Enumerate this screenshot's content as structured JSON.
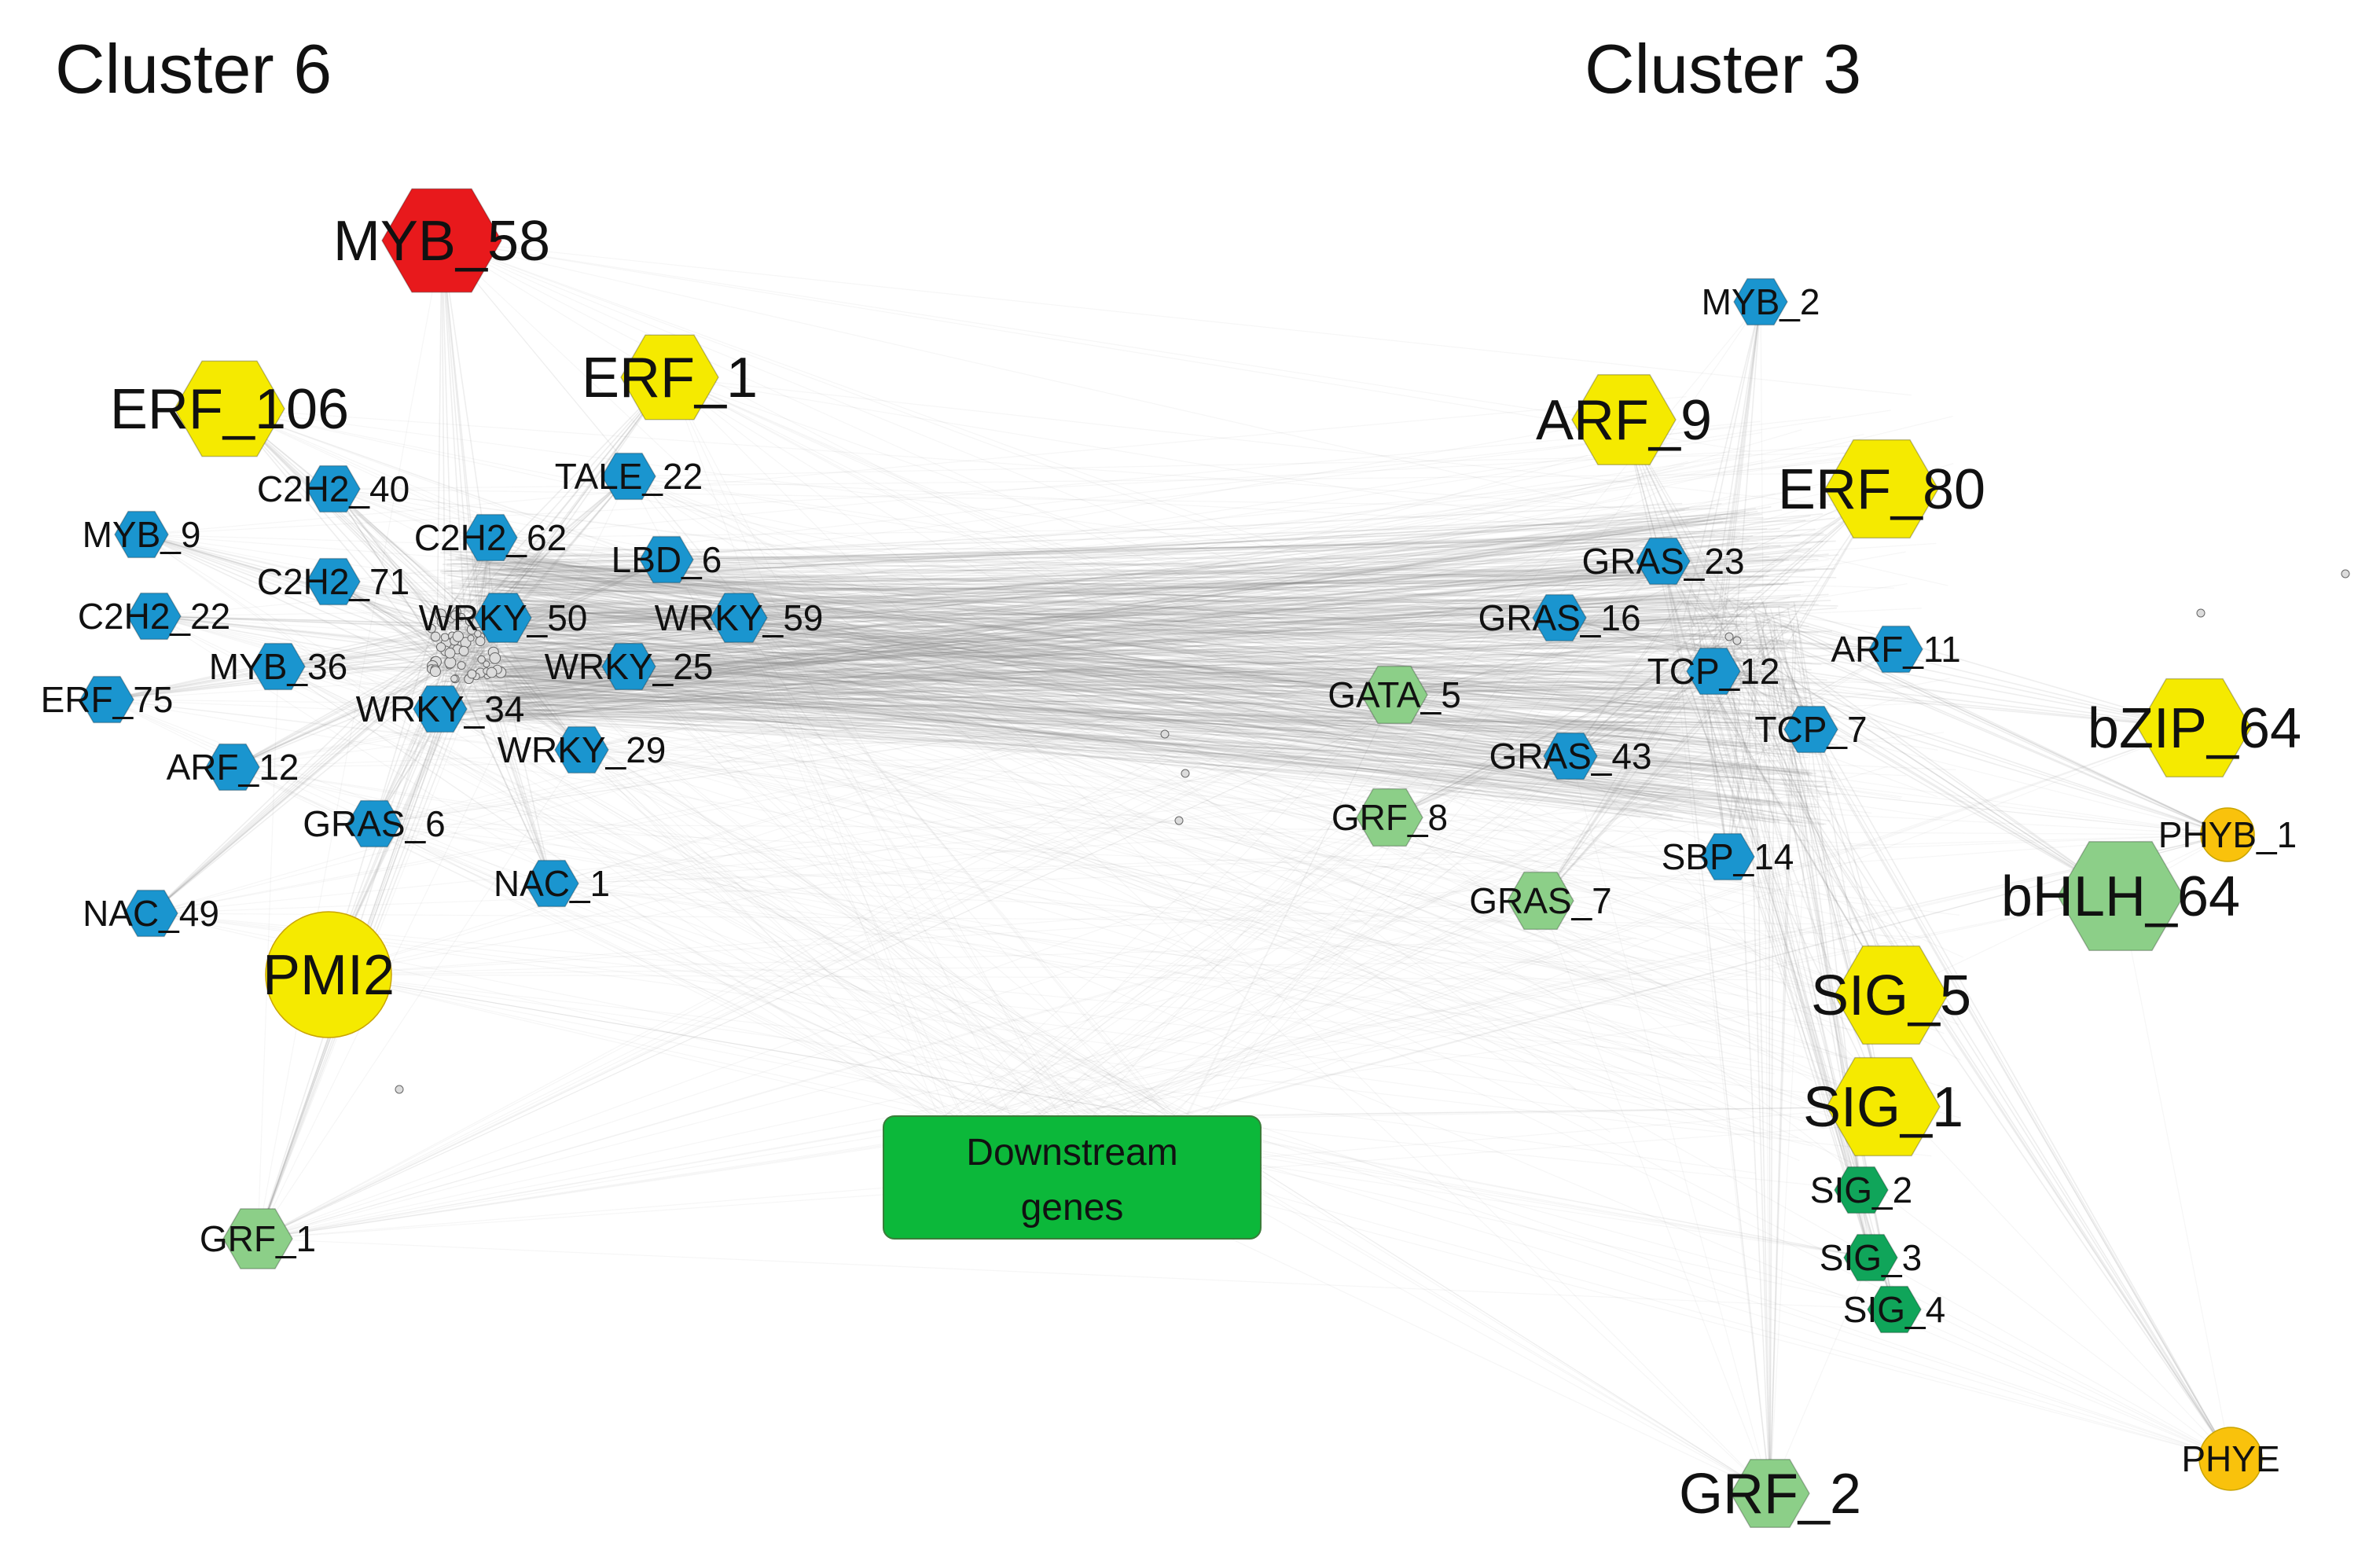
{
  "titles": {
    "left": "Cluster 6",
    "right": "Cluster 3"
  },
  "legend_colors": {
    "red": "#e8191c",
    "yellow": "#f5ea00",
    "blue": "#1a95cf",
    "light_green": "#8ccf88",
    "green": "#10a55a",
    "orange": "#f9c20c",
    "box_green": "#0cb83a"
  },
  "downstream": {
    "line1": "Downstream",
    "line2": "genes"
  },
  "nodes": {
    "myb58": "MYB_58",
    "erf1": "ERF_1",
    "erf106": "ERF_106",
    "c2h2_40": "C2H2_40",
    "tale22": "TALE_22",
    "myb9": "MYB_9",
    "c2h2_62": "C2H2_62",
    "lbd6": "LBD_6",
    "c2h2_71": "C2H2_71",
    "c2h2_22": "C2H2_22",
    "wrky50": "WRKY_50",
    "wrky59": "WRKY_59",
    "myb36": "MYB_36",
    "wrky25": "WRKY_25",
    "erf75": "ERF_75",
    "wrky34": "WRKY_34",
    "arf12": "ARF_12",
    "wrky29": "WRKY_29",
    "gras6": "GRAS_6",
    "nac1": "NAC_1",
    "nac49": "NAC_49",
    "pmi2": "PMI2",
    "grf1": "GRF_1",
    "myb2": "MYB_2",
    "arf9": "ARF_9",
    "erf80": "ERF_80",
    "gras23": "GRAS_23",
    "gras16": "GRAS_16",
    "arf11": "ARF_11",
    "tcp12": "TCP_12",
    "gata5": "GATA_5",
    "tcp7": "TCP_7",
    "bzip64": "bZIP_64",
    "gras43": "GRAS_43",
    "grf8": "GRF_8",
    "phyb1": "PHYB_1",
    "sbp14": "SBP_14",
    "gras7": "GRAS_7",
    "bhlh64": "bHLH_64",
    "sig5": "SIG_5",
    "sig1": "SIG_1",
    "sig2": "SIG_2",
    "sig3": "SIG_3",
    "sig4": "SIG_4",
    "phye": "PHYE",
    "grf2": "GRF_2"
  }
}
